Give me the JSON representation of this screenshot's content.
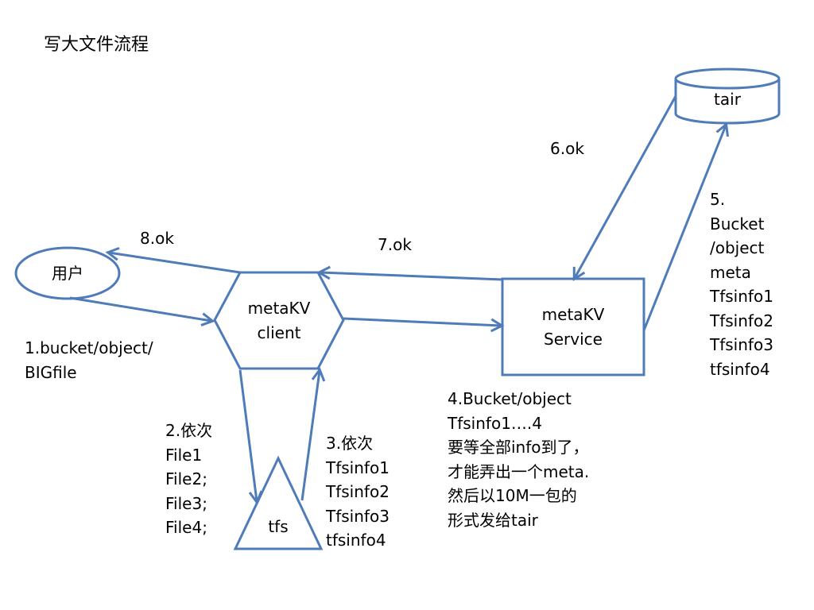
{
  "title": "写大文件流程",
  "colors": {
    "stroke": "#4F7CB9",
    "text": "#000000",
    "background": "#FFFFFF"
  },
  "nodes": {
    "user": "用户",
    "client": "metaKV\nclient",
    "service": "metaKV\nService",
    "tfs": "tfs",
    "tair": "tair"
  },
  "edges": {
    "step1": "1.bucket/object/\nBIGfile",
    "step2": "2.依次\nFile1\nFile2;\nFile3;\nFile4;",
    "step3": "3.依次\nTfsinfo1\nTfsinfo2\nTfsinfo3\ntfsinfo4",
    "step4": "4.Bucket/object\nTfsinfo1….4\n要等全部info到了，\n才能弄出一个meta.\n然后以10M一包的\n形式发给tair",
    "step5": "5.\nBucket\n/object\nmeta\nTfsinfo1\nTfsinfo2\nTfsinfo3\ntfsinfo4",
    "step6": "6.ok",
    "step7": "7.ok",
    "step8": "8.ok"
  }
}
